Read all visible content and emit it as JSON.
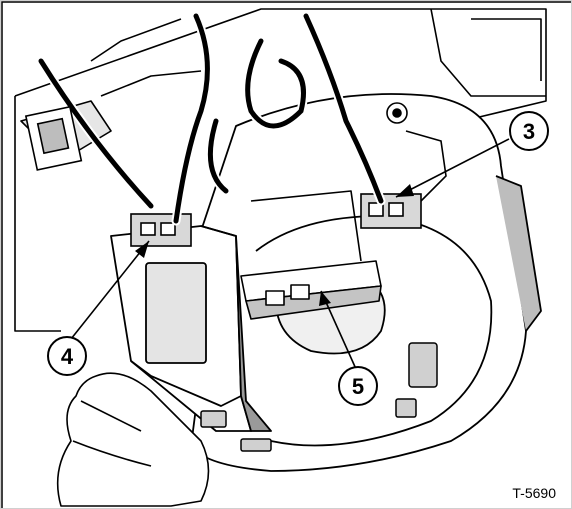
{
  "figure": {
    "code": "T-5690",
    "callouts": [
      {
        "number": "3"
      },
      {
        "number": "4"
      },
      {
        "number": "5"
      }
    ]
  },
  "colors": {
    "ink": "#000000",
    "paper": "#ffffff",
    "shade": "#cfcfcf",
    "dark_shade": "#8c8c8c"
  }
}
